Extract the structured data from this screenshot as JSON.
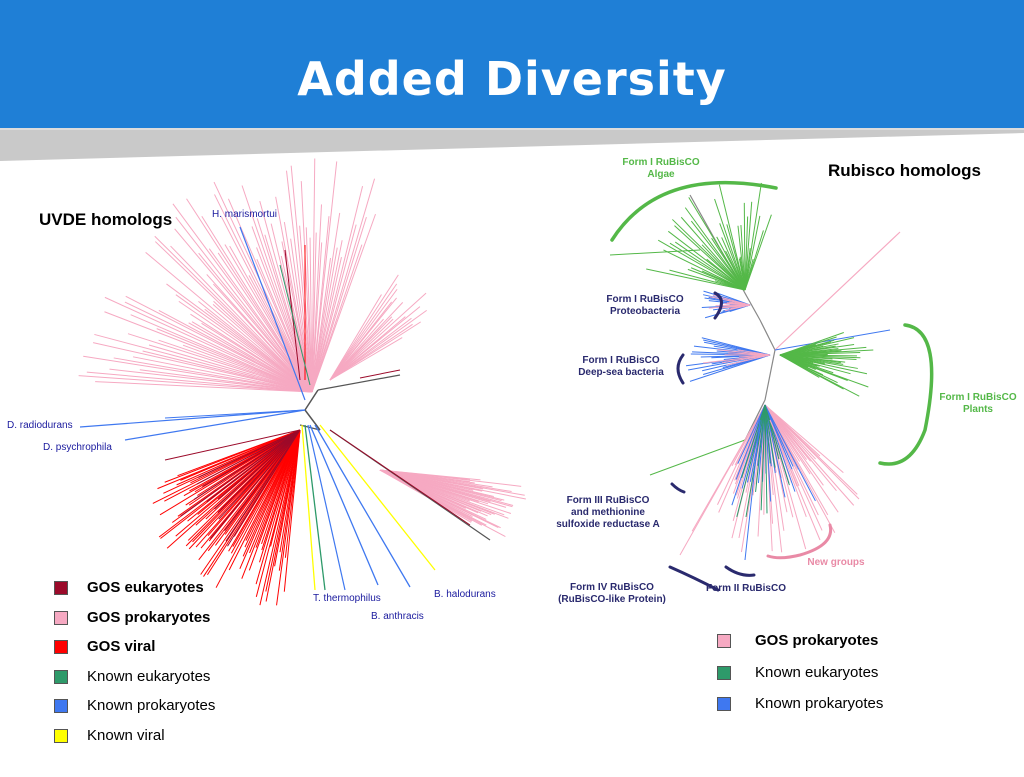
{
  "slide": {
    "title": "Added Diversity"
  },
  "uvde": {
    "title": "UVDE homologs",
    "labels": {
      "h_marismortui": "H. marismortui",
      "d_radiodurans": "D. radiodurans",
      "d_psychrophila": "D. psychrophila",
      "t_thermophilus": "T. thermophilus",
      "b_halodurans": "B. halodurans",
      "b_anthracis": "B. anthracis"
    },
    "legend": [
      {
        "label": "GOS eukaryotes",
        "color": "#9b0a2a",
        "bold": true
      },
      {
        "label": "GOS prokaryotes",
        "color": "#f6a9c2",
        "bold": true
      },
      {
        "label": "GOS viral",
        "color": "#ff0000",
        "bold": true
      },
      {
        "label": "Known eukaryotes",
        "color": "#2e9a6a",
        "bold": false
      },
      {
        "label": "Known prokaryotes",
        "color": "#3f78f0",
        "bold": false
      },
      {
        "label": "Known viral",
        "color": "#ffff00",
        "bold": false
      }
    ]
  },
  "rubisco": {
    "title": "Rubisco homologs",
    "groups": {
      "algae": "Form I RuBisCO\nAlgae",
      "proteobacteria": "Form I RuBisCO\nProteobacteria",
      "deepsea": "Form I RuBisCO\nDeep-sea bacteria",
      "plants": "Form I RuBisCO\nPlants",
      "form3": "Form III RuBisCO\nand methionine\nsulfoxide reductase A",
      "form4": "Form IV RuBisCO\n(RuBisCO-like Protein)",
      "form2": "Form II RuBisCO",
      "newgroups": "New groups"
    },
    "legend": [
      {
        "label": "GOS prokaryotes",
        "color": "#f6a9c2",
        "bold": true
      },
      {
        "label": "Known eukaryotes",
        "color": "#2e9a6a",
        "bold": false
      },
      {
        "label": "Known prokaryotes",
        "color": "#3f78f0",
        "bold": false
      }
    ]
  },
  "colors": {
    "header": "#1f7fd6",
    "gos_prok": "#f6a9c2",
    "gos_euk": "#9b0a2a",
    "gos_viral": "#ff0000",
    "known_euk": "#2e9a6a",
    "known_prok": "#3f78f0",
    "known_viral": "#ffff00",
    "plant_green": "#54b848",
    "bracket_navy": "#2a2a6e",
    "new_pink": "#e98aa6"
  }
}
